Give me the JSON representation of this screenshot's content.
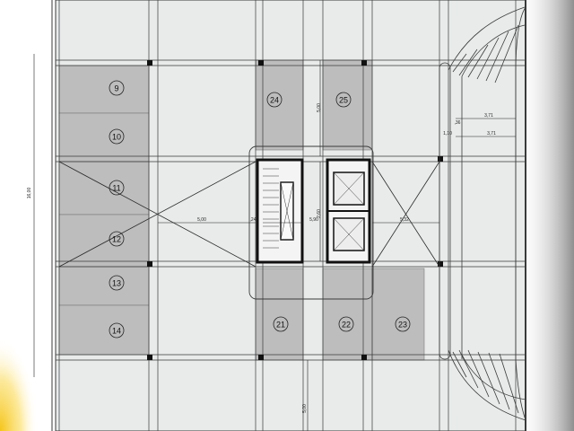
{
  "plan": {
    "colors": {
      "background": "#ffffff",
      "floor": "#e8ebea",
      "parking_fill": "#bdbdbd",
      "line": "#3a3a3a",
      "core_wall": "#111111",
      "accent_yellow": "#f5c518",
      "right_shade": "#8f8f8f"
    },
    "parking_stalls": [
      {
        "label": "9"
      },
      {
        "label": "10"
      },
      {
        "label": "11"
      },
      {
        "label": "12"
      },
      {
        "label": "13"
      },
      {
        "label": "14"
      },
      {
        "label": "24"
      },
      {
        "label": "25"
      },
      {
        "label": "21"
      },
      {
        "label": "22"
      },
      {
        "label": "23"
      }
    ],
    "dimensions": [
      {
        "label": "16,00"
      },
      {
        "label": "5,00"
      },
      {
        "label": "5,00"
      },
      {
        "label": ",24"
      },
      {
        "label": "5,90"
      },
      {
        "label": "5,32"
      },
      {
        "label": "2,60"
      },
      {
        "label": "3,71"
      },
      {
        "label": ",36"
      },
      {
        "label": "1,10"
      },
      {
        "label": "3,71"
      },
      {
        "label": "5,00"
      }
    ]
  }
}
